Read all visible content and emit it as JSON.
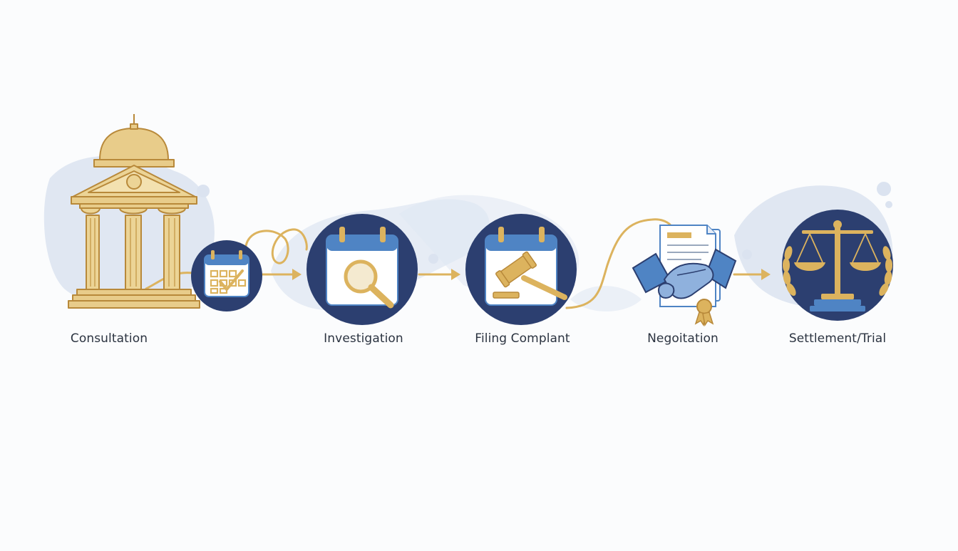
{
  "colors": {
    "navy": "#2c3f70",
    "gold": "#dcb35e",
    "gold_dark": "#b8893a",
    "blue": "#4f84c4",
    "blue_light": "#8fb1dd",
    "wash": "#dbe3f0"
  },
  "steps": [
    {
      "label": "Consultation",
      "icon": "courthouse-icon"
    },
    {
      "label": "Investigation",
      "icon": "magnifier-calendar-icon"
    },
    {
      "label": "Filing Complant",
      "icon": "gavel-calendar-icon"
    },
    {
      "label": "Negoitation",
      "icon": "handshake-contract-icon"
    },
    {
      "label": "Settlement/Trial",
      "icon": "scales-of-justice-icon"
    }
  ],
  "connectors": [
    {
      "from": "Consultation",
      "to": "Investigation",
      "icon": "calendar-checklist-icon"
    },
    {
      "from": "Investigation",
      "to": "Filing Complant"
    },
    {
      "from": "Filing Complant",
      "to": "Negoitation"
    },
    {
      "from": "Negoitation",
      "to": "Settlement/Trial"
    }
  ]
}
